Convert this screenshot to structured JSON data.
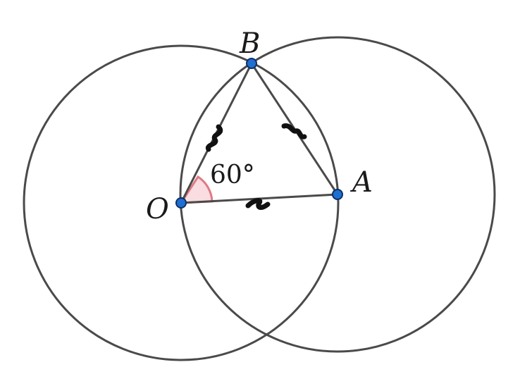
{
  "diagram": {
    "points": {
      "O": "O",
      "A": "A",
      "B": "B"
    },
    "angle_label": "60°",
    "colors": {
      "stroke": "#4a4a4a",
      "point_fill": "#1f6fd1",
      "point_stroke": "#0d2f66",
      "angle_stroke": "#e07a86",
      "angle_fill": "#f9dde0",
      "tick": "#111111"
    }
  }
}
